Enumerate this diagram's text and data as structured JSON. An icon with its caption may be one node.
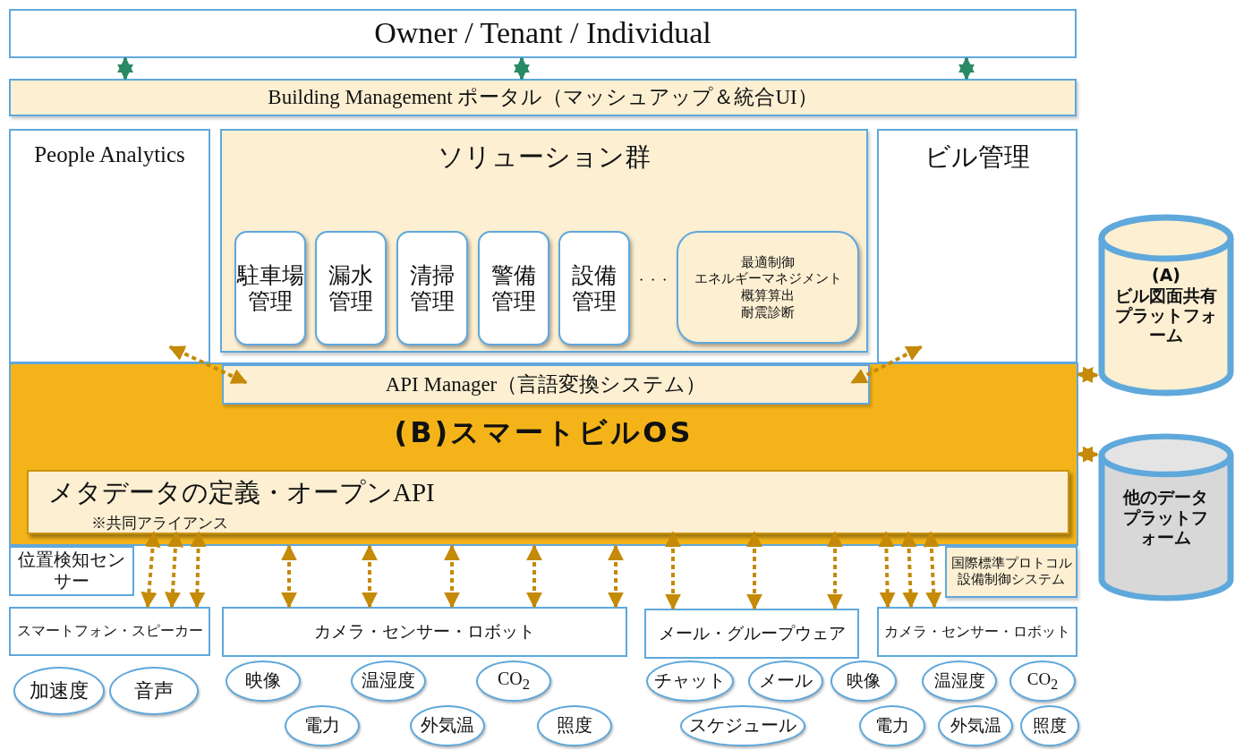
{
  "diagram": {
    "nodes": [
      {
        "text": [
          "Owner / Tenant / Individual"
        ]
      },
      {
        "text": [
          "Building Management ポータル（マッシュアップ＆統合UI）"
        ]
      },
      {
        "text": [
          "People Analytics"
        ]
      },
      {
        "text": [
          "ソリューション群"
        ]
      },
      {
        "text": [
          "駐車場管理"
        ],
        "in": 3
      },
      {
        "text": [
          "漏水管理"
        ],
        "in": 3
      },
      {
        "text": [
          "清掃管理"
        ],
        "in": 3
      },
      {
        "text": [
          "警備管理"
        ],
        "in": 3
      },
      {
        "text": [
          "設備管理"
        ],
        "in": 3
      },
      {
        "text": [
          "最適制御",
          "エネルギーマネジメント",
          "概算算出",
          "耐震診断"
        ],
        "in": 3
      },
      {
        "text": [
          "ビル管理"
        ]
      },
      {
        "text": [
          "(B)スマートビルOS"
        ]
      },
      {
        "text": [
          "API Manager（言語変換システム）"
        ],
        "in": 11
      },
      {
        "text": [
          "メタデータの定義・オープンAPI",
          "※共同アライアンス"
        ],
        "in": 11
      },
      {
        "text": [
          "(A)",
          "ビル図面共有プラットフォーム"
        ]
      },
      {
        "text": [
          "他のデータプラットフォーム"
        ]
      },
      {
        "text": [
          "位置検知センサー"
        ]
      },
      {
        "text": [
          "スマートフォン・スピーカー"
        ]
      },
      {
        "text": [
          "カメラ・センサー・ロボット"
        ]
      },
      {
        "text": [
          "メール・グループウェア"
        ]
      },
      {
        "text": [
          "国際標準プロトコル設備制御システム"
        ]
      },
      {
        "text": [
          "カメラ・センサー・ロボット"
        ]
      },
      {
        "text": [
          "加速度"
        ]
      },
      {
        "text": [
          "音声"
        ]
      },
      {
        "text": [
          "映像"
        ]
      },
      {
        "text": [
          "電力"
        ]
      },
      {
        "text": [
          "温湿度"
        ]
      },
      {
        "text": [
          "外気温"
        ]
      },
      {
        "text": [
          "CO$_{2}$"
        ]
      },
      {
        "text": [
          "照度"
        ]
      },
      {
        "text": [
          "チャット"
        ]
      },
      {
        "text": [
          "メール"
        ]
      },
      {
        "text": [
          "スケジュール"
        ]
      },
      {
        "text": [
          "映像"
        ]
      },
      {
        "text": [
          "温湿度"
        ]
      },
      {
        "text": [
          "CO$_{2}$"
        ]
      },
      {
        "text": [
          "電力"
        ]
      },
      {
        "text": [
          "外気温"
        ]
      },
      {
        "text": [
          "照度"
        ]
      }
    ],
    "edges": [
      {
        "from": 0,
        "to": 1,
        "arrow": "both",
        "style": "dashed",
        "color": "#2a8a66"
      },
      {
        "from": 0,
        "to": 1,
        "arrow": "both",
        "style": "dashed",
        "color": "#2a8a66"
      },
      {
        "from": 0,
        "to": 1,
        "arrow": "both",
        "style": "dashed",
        "color": "#2a8a66"
      },
      {
        "from": 2,
        "to": 12,
        "arrow": "both",
        "style": "dashed"
      },
      {
        "from": 10,
        "to": 12,
        "arrow": "both",
        "style": "dashed"
      },
      {
        "from": 11,
        "to": 14,
        "arrow": "both",
        "style": "dashed"
      },
      {
        "from": 11,
        "to": 15,
        "arrow": "both",
        "style": "dashed"
      },
      {
        "from": 13,
        "to": 17,
        "arrow": "both",
        "style": "dashed"
      },
      {
        "from": 13,
        "to": 17,
        "arrow": "both",
        "style": "dashed"
      },
      {
        "from": 13,
        "to": 17,
        "arrow": "both",
        "style": "dashed"
      },
      {
        "from": 11,
        "to": 18,
        "arrow": "both",
        "style": "dashed"
      },
      {
        "from": 11,
        "to": 18,
        "arrow": "both",
        "style": "dashed"
      },
      {
        "from": 11,
        "to": 18,
        "arrow": "both",
        "style": "dashed"
      },
      {
        "from": 11,
        "to": 18,
        "arrow": "both",
        "style": "dashed"
      },
      {
        "from": 11,
        "to": 18,
        "arrow": "both",
        "style": "dashed"
      },
      {
        "from": 13,
        "to": 19,
        "arrow": "both",
        "style": "dashed"
      },
      {
        "from": 13,
        "to": 19,
        "arrow": "both",
        "style": "dashed"
      },
      {
        "from": 13,
        "to": 19,
        "arrow": "both",
        "style": "dashed"
      },
      {
        "from": 13,
        "to": 21,
        "arrow": "both",
        "style": "dashed"
      },
      {
        "from": 13,
        "to": 21,
        "arrow": "both",
        "style": "dashed"
      },
      {
        "from": 13,
        "to": 21,
        "arrow": "both",
        "style": "dashed"
      }
    ],
    "labels": [
      "・・・"
    ]
  }
}
